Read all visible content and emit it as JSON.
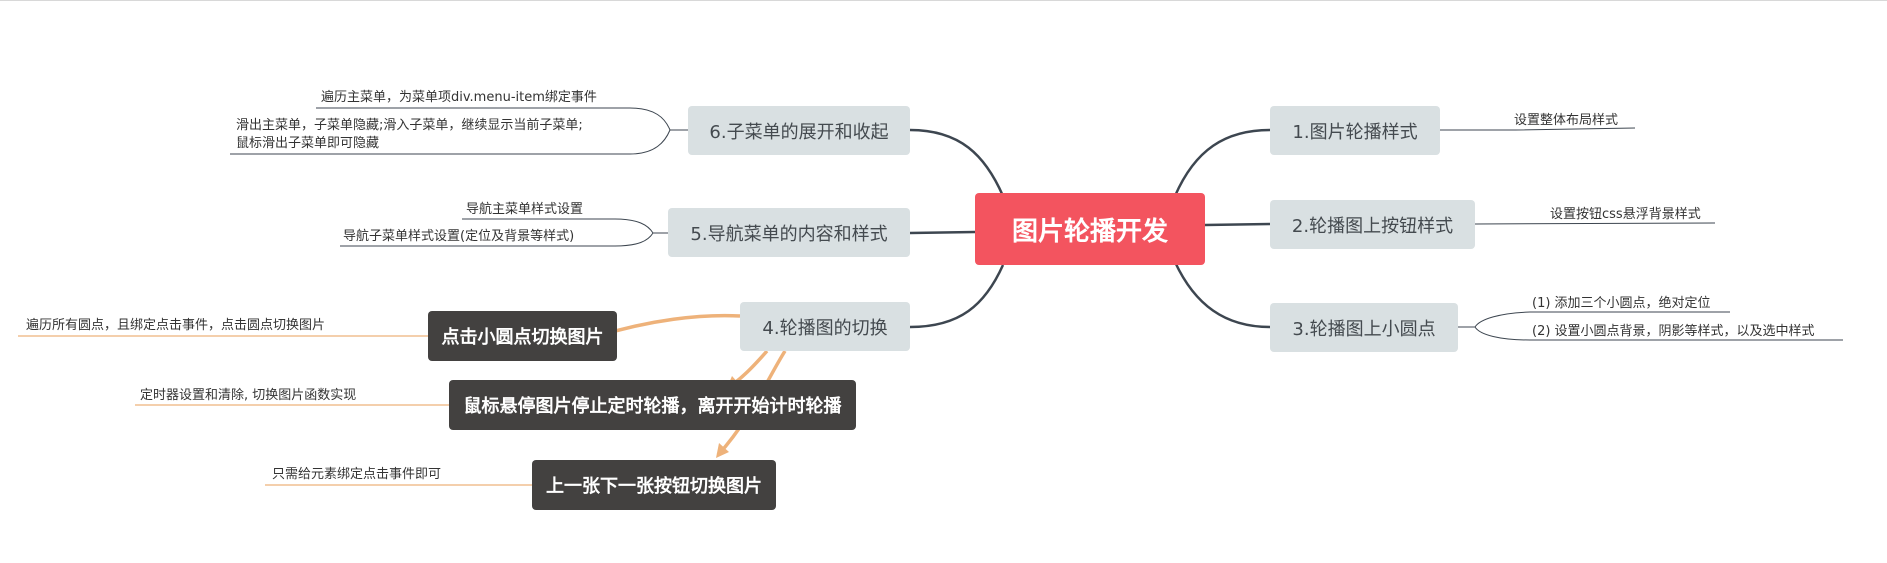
{
  "mindmap": {
    "center": "图片轮播开发",
    "right": [
      {
        "label": "1.图片轮播样式",
        "notes": [
          "设置整体布局样式"
        ]
      },
      {
        "label": "2.轮播图上按钮样式",
        "notes": [
          "设置按钮css悬浮背景样式"
        ]
      },
      {
        "label": "3.轮播图上小圆点",
        "notes": [
          "(1) 添加三个小圆点，绝对定位",
          "(2) 设置小圆点背景，阴影等样式，以及选中样式"
        ]
      }
    ],
    "left": [
      {
        "label": "6.子菜单的展开和收起",
        "notes": [
          "遍历主菜单，为菜单项div.menu-item绑定事件",
          "滑出主菜单，子菜单隐藏;滑入子菜单，继续显示当前子菜单;\n鼠标滑出子菜单即可隐藏"
        ]
      },
      {
        "label": "5.导航菜单的内容和样式",
        "notes": [
          "导航主菜单样式设置",
          "导航子菜单样式设置(定位及背景等样式)"
        ]
      },
      {
        "label": "4.轮播图的切换",
        "children": [
          {
            "label": "点击小圆点切换图片",
            "note": "遍历所有圆点，且绑定点击事件，点击圆点切换图片"
          },
          {
            "label": "鼠标悬停图片停止定时轮播，离开开始计时轮播",
            "note": "定时器设置和清除, 切换图片函数实现"
          },
          {
            "label": "上一张下一张按钮切换图片",
            "note": "只需给元素绑定点击事件即可"
          }
        ]
      }
    ]
  },
  "colors": {
    "center": "#f3545f",
    "topic": "#d9e0e2",
    "dark": "#434140",
    "link": "#3d4650",
    "arrow": "#eeb27a"
  }
}
